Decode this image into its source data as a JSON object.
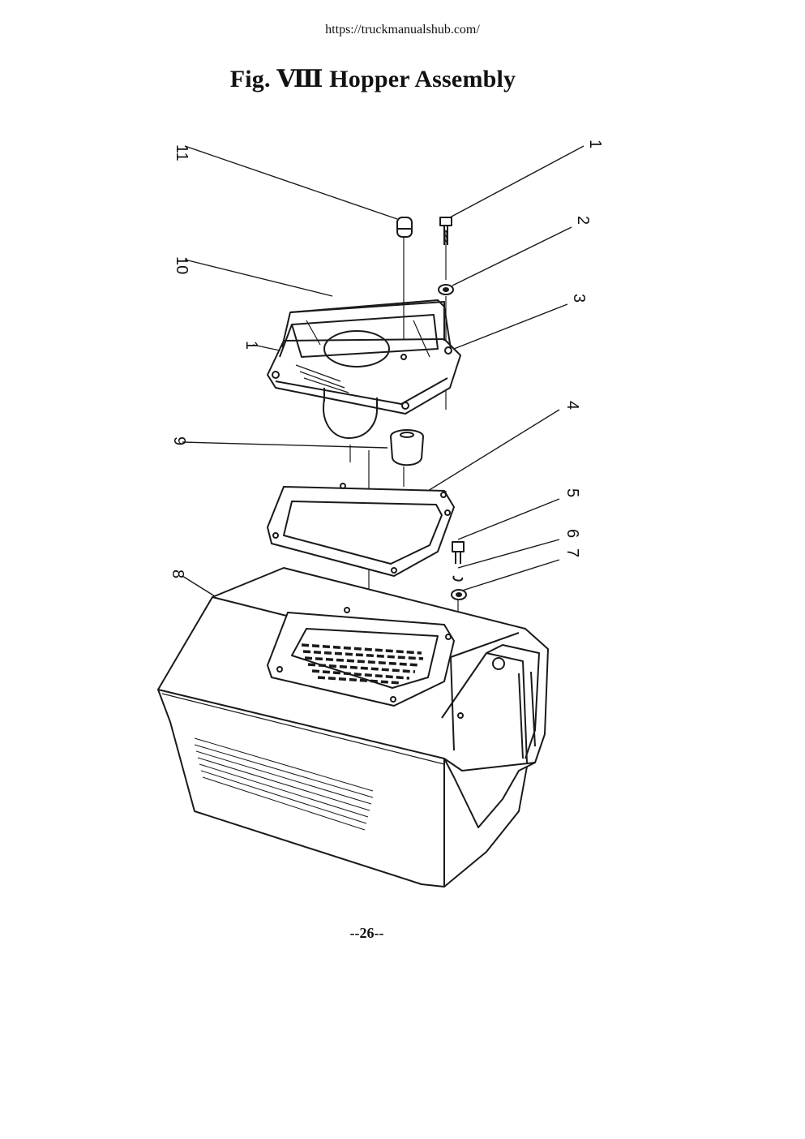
{
  "header": {
    "url": "https://truckmanualshub.com/"
  },
  "figure": {
    "title": "Fig. Ⅷ Hopper Assembly",
    "callouts": {
      "c1": "1",
      "c1b": "1",
      "c2": "2",
      "c3": "3",
      "c4": "4",
      "c5": "5",
      "c6": "6",
      "c7": "7",
      "c8": "8",
      "c9": "9",
      "c10": "10",
      "c11": "11"
    }
  },
  "footer": {
    "page_number": "--26--"
  }
}
